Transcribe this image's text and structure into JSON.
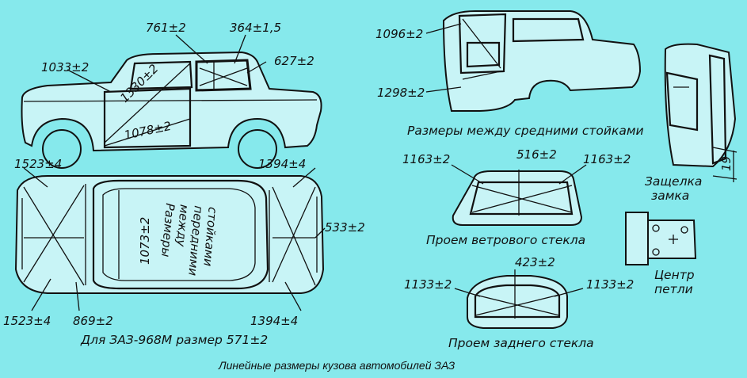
{
  "diagram": {
    "side_view": {
      "dim_1033": "1033±2",
      "dim_1330": "1330±2",
      "dim_761": "761±2",
      "dim_364": "364±1,5",
      "dim_627": "627±2",
      "dim_1078": "1078±2"
    },
    "top_view": {
      "dim_1523_top": "1523±4",
      "dim_1394_top": "1394±4",
      "dim_1073": "1073±2",
      "front_pillars_label": "Размеры\nмежду\nпередними\nстойками",
      "dim_533": "533±2",
      "dim_1523_bottom": "1523±4",
      "dim_869": "869±2",
      "dim_1394_bottom": "1394±4",
      "note": "Для ЗАЗ-968М размер 571±2"
    },
    "rear_body": {
      "dim_1096": "1096±2",
      "dim_1298": "1298±2",
      "caption": "Размеры между средними стойками"
    },
    "windshield": {
      "dim_left": "1163±2",
      "dim_center": "516±2",
      "dim_right": "1163±2",
      "caption": "Проем ветрового стекла"
    },
    "rear_window": {
      "dim_left": "1133±2",
      "dim_center": "423±2",
      "dim_right": "1133±2",
      "caption": "Проем заднего стекла"
    },
    "lock": {
      "dim_19": "19",
      "caption": "Защелка\nзамка"
    },
    "hinge": {
      "caption": "Центр\nпетли"
    },
    "footer_caption": "Линейные размеры кузова автомобилей ЗАЗ"
  }
}
